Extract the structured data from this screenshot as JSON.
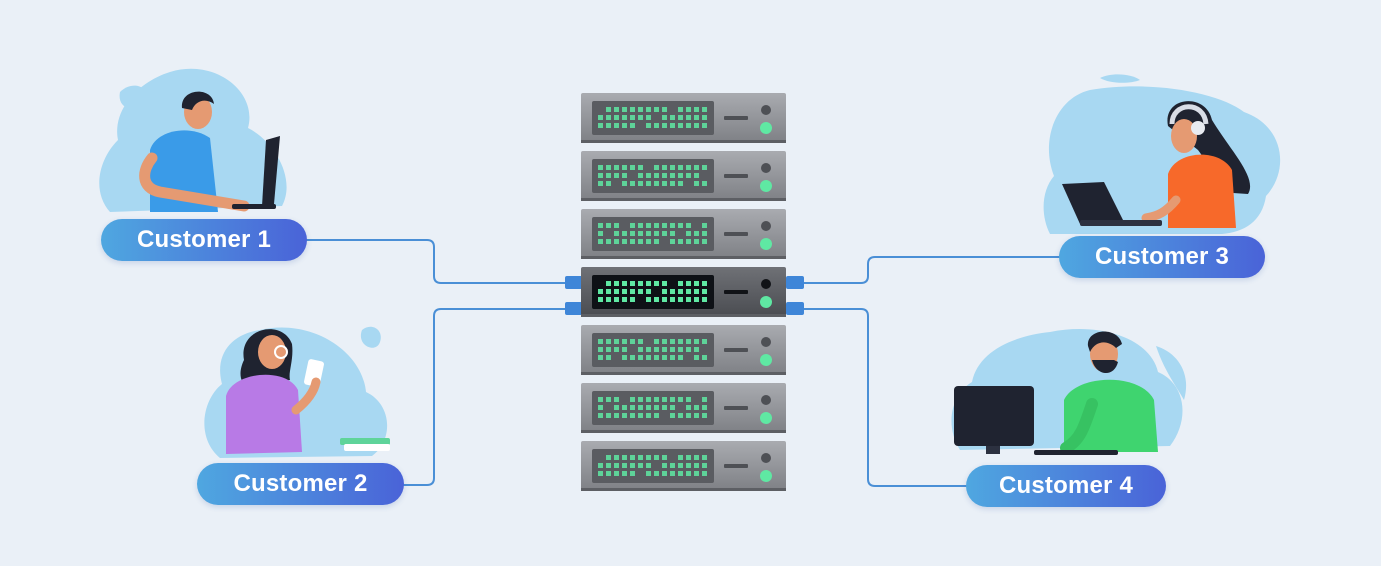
{
  "customers": [
    {
      "label": "Customer 1",
      "color_from": "#4fa7e0",
      "color_to": "#4a63d8"
    },
    {
      "label": "Customer 2",
      "color_from": "#4fa7e0",
      "color_to": "#4a63d8"
    },
    {
      "label": "Customer 3",
      "color_from": "#4fa7e0",
      "color_to": "#4a63d8"
    },
    {
      "label": "Customer 4",
      "color_from": "#4fa7e0",
      "color_to": "#4a63d8"
    }
  ],
  "server": {
    "icon": "server-rack-icon",
    "units": 7,
    "active_unit": 4
  },
  "colors": {
    "background": "#eaf0f7",
    "blob": "#a8d8f2",
    "connector": "#4a8fd6",
    "rack": "#8c8e93",
    "led": "#5fe8a3"
  }
}
